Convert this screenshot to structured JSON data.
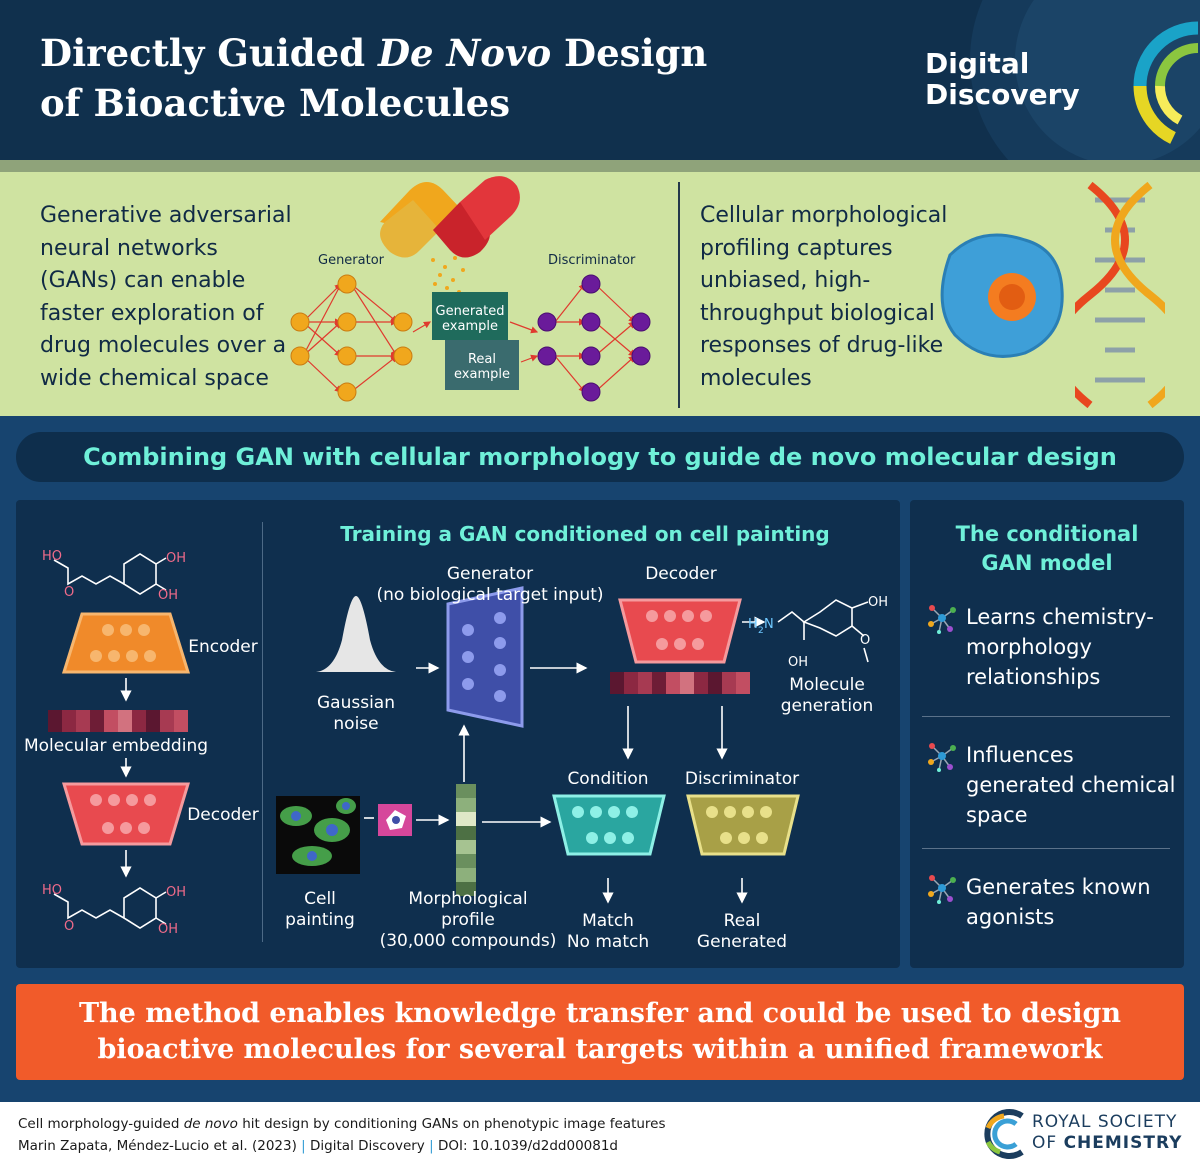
{
  "header": {
    "title_part1": "Directly Guided ",
    "title_italic": "De Novo",
    "title_part2": " Design",
    "title_line2": "of Bioactive Molecules",
    "journal_line1": "Digital",
    "journal_line2": "Discovery"
  },
  "intro": {
    "gan_text": "Generative adversarial neural networks (GANs) can enable faster exploration of drug molecules over a wide chemical space",
    "generator_label": "Generator",
    "discriminator_label": "Discriminator",
    "generated_example": "Generated example",
    "real_example": "Real example",
    "morph_text": "Cellular morphological profiling captures unbiased, high-throughput biological responses of drug-like molecules"
  },
  "banner": "Combining GAN with cellular morphology to guide de novo molecular design",
  "left_panel": {
    "encoder": "Encoder",
    "embedding": "Molecular embedding",
    "decoder": "Decoder"
  },
  "center_panel": {
    "title": "Training a GAN conditioned on cell painting",
    "generator": "Generator",
    "generator_note": "(no biological target input)",
    "decoder": "Decoder",
    "gaussian_line1": "Gaussian",
    "gaussian_line2": "noise",
    "molecule_line1": "Molecule",
    "molecule_line2": "generation",
    "condition": "Condition",
    "discriminator": "Discriminator",
    "cell_line1": "Cell",
    "cell_line2": "painting",
    "profile_line1": "Morphological",
    "profile_line2": "profile",
    "profile_line3": "(30,000 compounds)",
    "match": "Match",
    "no_match": "No match",
    "real": "Real",
    "generated": "Generated"
  },
  "right_panel": {
    "title_line1": "The conditional",
    "title_line2": "GAN model",
    "bullets": [
      "Learns chemistry-morphology relationships",
      "Influences generated chemical space",
      "Generates known agonists"
    ]
  },
  "conclusion": "The method enables knowledge transfer and could be used to design bioactive molecules for several targets within a unified framework",
  "footer": {
    "citation_part1": "Cell morphology-guided ",
    "citation_italic": "de novo",
    "citation_part2": " hit design by conditioning GANs on phenotypic image features",
    "authors": "Marin Zapata, Méndez-Lucio et al. (2023)",
    "journal": "Digital Discovery",
    "doi": "DOI: 10.1039/d2dd00081d",
    "publisher_line1": "ROYAL SOCIETY",
    "publisher_line2_of": "OF ",
    "publisher_line2_bold": "CHEMISTRY"
  },
  "colors": {
    "header_bg": "#10304d",
    "intro_bg": "#cfe3a1",
    "main_bg": "#17446f",
    "panel_bg": "#0f2f4e",
    "accent_cyan": "#6ff0d9",
    "conclusion_bg": "#f15b2a"
  },
  "icons": {
    "capsule": "drug-capsule-icon",
    "cell": "cell-icon",
    "dna": "dna-helix-icon",
    "network": "neural-network-icon",
    "molecule": "molecule-network-icon",
    "logo": "royal-society-logo-icon"
  }
}
